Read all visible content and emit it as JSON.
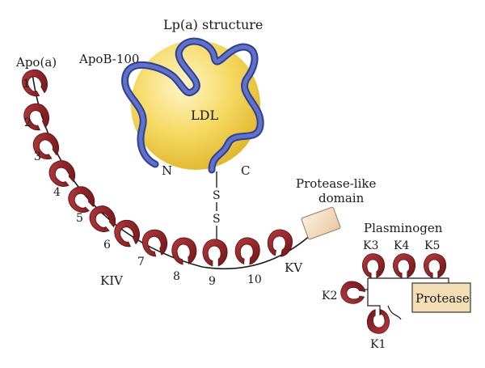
{
  "title": "Lp(a) structure",
  "apob_label": "ApoB-100",
  "apoa_label": "Apo(a)",
  "ldl_label": "LDL",
  "n_label": "N",
  "c_label": "C",
  "s_upper": "S",
  "s_lower": "S",
  "protease_like_label_line1": "Protease-like",
  "protease_like_label_line2": "domain",
  "kiv_label": "KIV",
  "kv_label": "KV",
  "kringle_numbers": [
    "1",
    "2",
    "3",
    "4",
    "5",
    "6",
    "7",
    "8",
    "9",
    "10"
  ],
  "plasminogen": {
    "title": "Plasminogen",
    "k1": "K1",
    "k2": "K2",
    "k3": "K3",
    "k4": "K4",
    "k5": "K5",
    "protease": "Protease"
  },
  "colors": {
    "kringle": "#8b2326",
    "apob": "#4a5bb0",
    "ldl": "#f2d35a",
    "protease_box": "#f3deb7"
  }
}
